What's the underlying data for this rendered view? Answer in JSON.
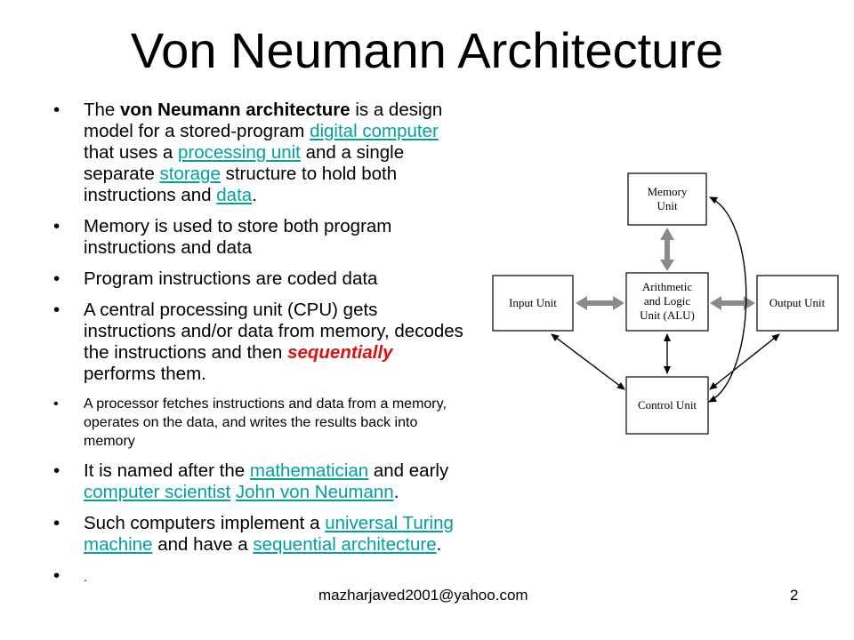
{
  "slide": {
    "title": "Von Neumann Architecture",
    "footer": "mazharjaved2001@yahoo.com",
    "page_number": "2"
  },
  "bullets": {
    "b1": {
      "t1": "The ",
      "bold": "von Neumann architecture",
      "t2": " is a design model for a stored-program ",
      "link1": "digital computer",
      "t3": " that uses a ",
      "link2": "processing unit",
      "t4": " and a single separate ",
      "link3": "storage",
      "t5": " structure to hold both instructions and ",
      "link4": "data",
      "t6": "."
    },
    "b2": "Memory is used to store both program instructions and data",
    "b3": "Program instructions are coded data",
    "b4": {
      "t1": "A central processing unit (CPU) gets instructions and/or data from memory, decodes the instructions and then ",
      "emph": "sequentially",
      "t2": " performs them."
    },
    "b5": "A processor fetches instructions and data from a memory, operates on the data, and writes the results back into memory",
    "b6": {
      "t1": "It is named after the ",
      "link1": "mathematician",
      "t2": " and early ",
      "link2": "computer scientist",
      "t3": " ",
      "link3": "John von Neumann",
      "t4": "."
    },
    "b7": {
      "t1": " Such computers implement a ",
      "link1": "universal Turing machine",
      "t2": " and have a ",
      "link2": "sequential architecture",
      "t3": "."
    },
    "b8": "."
  },
  "bullet_char": "•",
  "diagram": {
    "memory_line1": "Memory",
    "memory_line2": "Unit",
    "input": "Input Unit",
    "alu_line1": "Arithmetic",
    "alu_line2": "and Logic",
    "alu_line3": "Unit (ALU)",
    "output": "Output Unit",
    "control": "Control Unit"
  },
  "colors": {
    "link": "#00a0a0",
    "emphasis": "#e01010",
    "arrow_gray": "#8a8a8a"
  }
}
